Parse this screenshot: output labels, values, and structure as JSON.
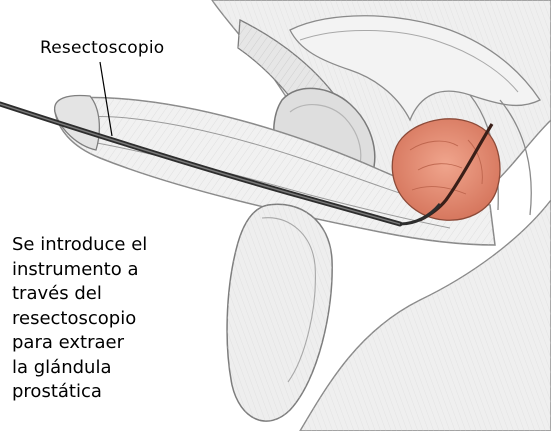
{
  "labels": {
    "instrument": "Resectoscopio"
  },
  "caption": {
    "lines": [
      "Se introduce el",
      "instrumento a",
      "través del",
      "resectoscopio",
      "para extraer",
      "la glándula",
      "prostática"
    ]
  },
  "colors": {
    "background": "#ffffff",
    "tissue_fill": "#eeeeee",
    "tissue_outline": "#8a8a8a",
    "prostate": "#e0866c",
    "instrument": "#2d2d2d"
  }
}
